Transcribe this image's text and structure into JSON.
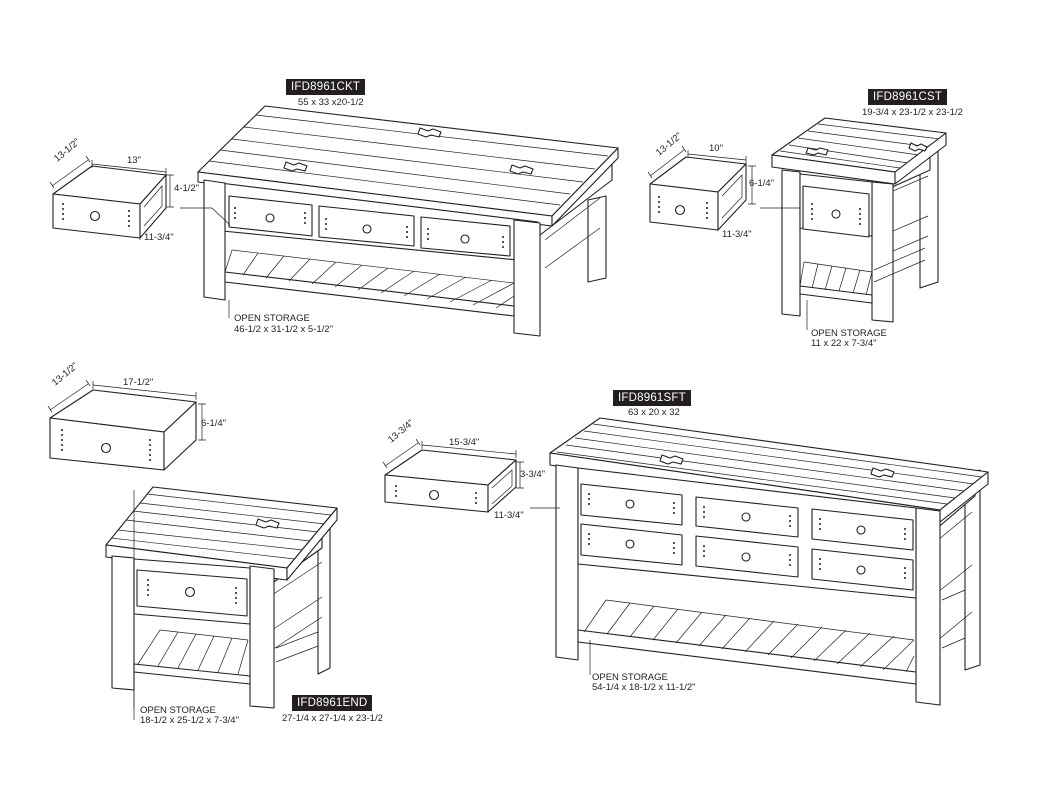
{
  "products": {
    "ckt": {
      "model": "IFD8961CKT",
      "dims": "55 x 33 x20-1/2",
      "storage_label": "OPEN STORAGE",
      "storage_dims": "46-1/2 x 31-1/2 x 5-1/2\"",
      "drawer": {
        "depth": "13-1/2\"",
        "width": "13\"",
        "height": "4-1/2\"",
        "front": "11-3/4\""
      }
    },
    "cst": {
      "model": "IFD8961CST",
      "dims": "19-3/4 x 23-1/2 x 23-1/2",
      "storage_label": "OPEN STORAGE",
      "storage_dims": "11 x 22 x 7-3/4\"",
      "drawer": {
        "depth": "13-1/2\"",
        "width": "10\"",
        "height": "6-1/4\"",
        "front": "11-3/4\""
      }
    },
    "end": {
      "model": "IFD8961END",
      "dims": "27-1/4 x 27-1/4 x 23-1/2",
      "storage_label": "OPEN STORAGE",
      "storage_dims": "18-1/2 x 25-1/2 x 7-3/4\"",
      "drawer": {
        "depth": "13-1/2\"",
        "width": "17-1/2\"",
        "height": "6-1/4\""
      }
    },
    "sft": {
      "model": "IFD8961SFT",
      "dims": "63 x 20 x 32",
      "storage_label": "OPEN STORAGE",
      "storage_dims": "54-1/4 x 18-1/2 x 11-1/2\"",
      "drawer": {
        "depth": "13-3/4\"",
        "width": "15-3/4\"",
        "height": "3-3/4\"",
        "front": "11-3/4\""
      }
    }
  }
}
